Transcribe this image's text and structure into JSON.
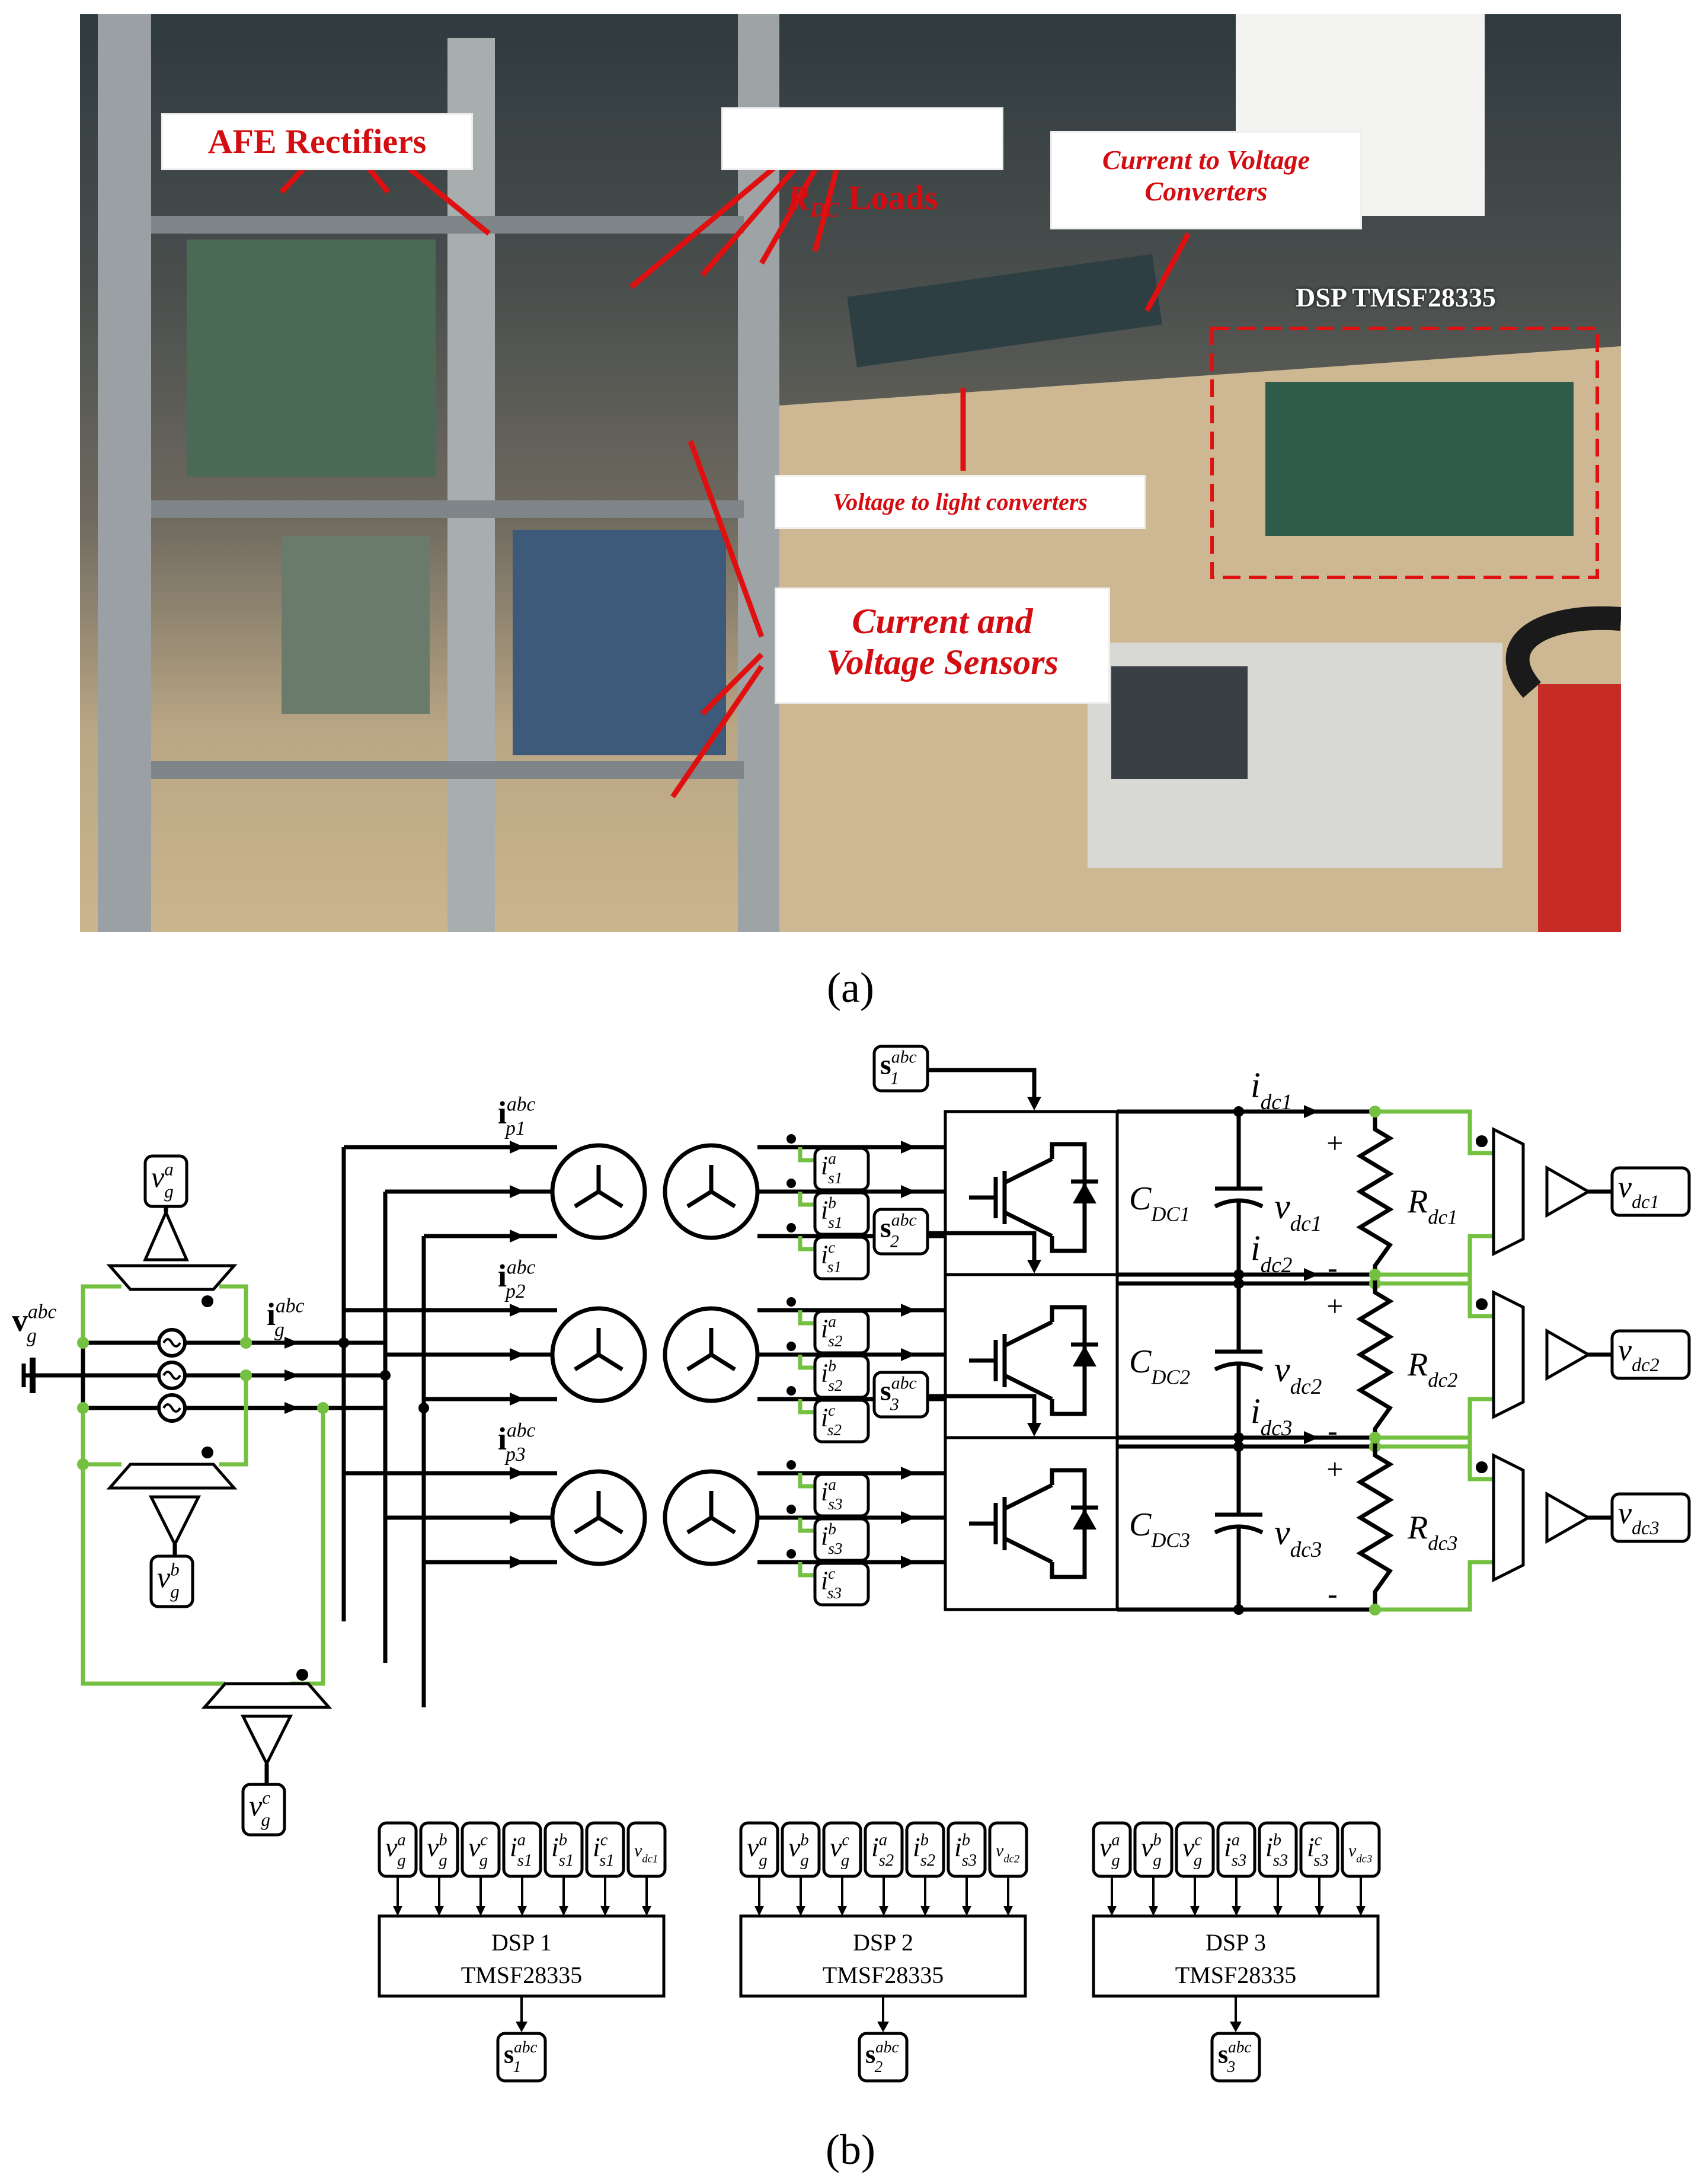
{
  "photo": {
    "labels": {
      "afe": "AFE Rectifiers",
      "rdc": "R",
      "rdc_sub": "DC",
      "rdc_tail": " Loads",
      "ctv": "Current to Voltage\nConverters",
      "dsp": "DSP TMSF28335",
      "vtl": "Voltage to light converters",
      "sensors": "Current and\nVoltage Sensors"
    }
  },
  "captions": {
    "a": "(a)",
    "b": "(b)"
  },
  "diagram": {
    "grid_voltage": "v",
    "grid_voltage_sup": "abc",
    "grid_voltage_sub": "g",
    "grid_current": "i",
    "grid_current_sup": "abc",
    "grid_current_sub": "g",
    "grid_sensors": [
      {
        "v": "v",
        "sup": "a",
        "sub": "g"
      },
      {
        "v": "v",
        "sup": "b",
        "sub": "g"
      },
      {
        "v": "v",
        "sup": "c",
        "sub": "g"
      }
    ],
    "units": [
      {
        "ip": "i",
        "ip_sup": "abc",
        "ip_sub": "p1",
        "s": "s",
        "s_sup": "abc",
        "s_sub": "1",
        "is": [
          {
            "sup": "a",
            "sub": "s1"
          },
          {
            "sup": "b",
            "sub": "s1"
          },
          {
            "sup": "c",
            "sub": "s1"
          }
        ],
        "idc": "i",
        "idc_sub": "dc1",
        "cdc": "C",
        "cdc_sub": "DC1",
        "vdc": "v",
        "vdc_sub": "dc1",
        "rdc": "R",
        "rdc_sub": "dc1",
        "vdc_out": "v",
        "vdc_out_sub": "dc1"
      },
      {
        "ip": "i",
        "ip_sup": "abc",
        "ip_sub": "p2",
        "s": "s",
        "s_sup": "abc",
        "s_sub": "2",
        "is": [
          {
            "sup": "a",
            "sub": "s2"
          },
          {
            "sup": "b",
            "sub": "s2"
          },
          {
            "sup": "c",
            "sub": "s2"
          }
        ],
        "idc": "i",
        "idc_sub": "dc2",
        "cdc": "C",
        "cdc_sub": "DC2",
        "vdc": "v",
        "vdc_sub": "dc2",
        "rdc": "R",
        "rdc_sub": "dc2",
        "vdc_out": "v",
        "vdc_out_sub": "dc2"
      },
      {
        "ip": "i",
        "ip_sup": "abc",
        "ip_sub": "p3",
        "s": "s",
        "s_sup": "abc",
        "s_sub": "3",
        "is": [
          {
            "sup": "a",
            "sub": "s3"
          },
          {
            "sup": "b",
            "sub": "s3"
          },
          {
            "sup": "c",
            "sub": "s3"
          }
        ],
        "idc": "i",
        "idc_sub": "dc3",
        "cdc": "C",
        "cdc_sub": "DC3",
        "vdc": "v",
        "vdc_sub": "dc3",
        "rdc": "R",
        "rdc_sub": "dc3",
        "vdc_out": "v",
        "vdc_out_sub": "dc3"
      }
    ],
    "plus": "+",
    "minus": "-",
    "dsps": [
      {
        "line1": "DSP 1",
        "line2": "TMSF28335",
        "out": "s",
        "out_sup": "abc",
        "out_sub": "1",
        "inputs": [
          {
            "v": "v",
            "sup": "a",
            "sub": "g"
          },
          {
            "v": "v",
            "sup": "b",
            "sub": "g"
          },
          {
            "v": "v",
            "sup": "c",
            "sub": "g"
          },
          {
            "v": "i",
            "sup": "a",
            "sub": "s1"
          },
          {
            "v": "i",
            "sup": "b",
            "sub": "s1"
          },
          {
            "v": "i",
            "sup": "c",
            "sub": "s1"
          },
          {
            "v": "v",
            "sup": "",
            "sub": "dc1"
          }
        ]
      },
      {
        "line1": "DSP 2",
        "line2": "TMSF28335",
        "out": "s",
        "out_sup": "abc",
        "out_sub": "2",
        "inputs": [
          {
            "v": "v",
            "sup": "a",
            "sub": "g"
          },
          {
            "v": "v",
            "sup": "b",
            "sub": "g"
          },
          {
            "v": "v",
            "sup": "c",
            "sub": "g"
          },
          {
            "v": "i",
            "sup": "a",
            "sub": "s2"
          },
          {
            "v": "i",
            "sup": "b",
            "sub": "s2"
          },
          {
            "v": "i",
            "sup": "b",
            "sub": "s3"
          },
          {
            "v": "v",
            "sup": "",
            "sub": "dc2"
          }
        ]
      },
      {
        "line1": "DSP 3",
        "line2": "TMSF28335",
        "out": "s",
        "out_sup": "abc",
        "out_sub": "3",
        "inputs": [
          {
            "v": "v",
            "sup": "a",
            "sub": "g"
          },
          {
            "v": "v",
            "sup": "b",
            "sub": "g"
          },
          {
            "v": "v",
            "sup": "c",
            "sub": "g"
          },
          {
            "v": "i",
            "sup": "a",
            "sub": "s3"
          },
          {
            "v": "i",
            "sup": "b",
            "sub": "s3"
          },
          {
            "v": "i",
            "sup": "c",
            "sub": "s3"
          },
          {
            "v": "v",
            "sup": "",
            "sub": "dc3"
          }
        ]
      }
    ]
  }
}
